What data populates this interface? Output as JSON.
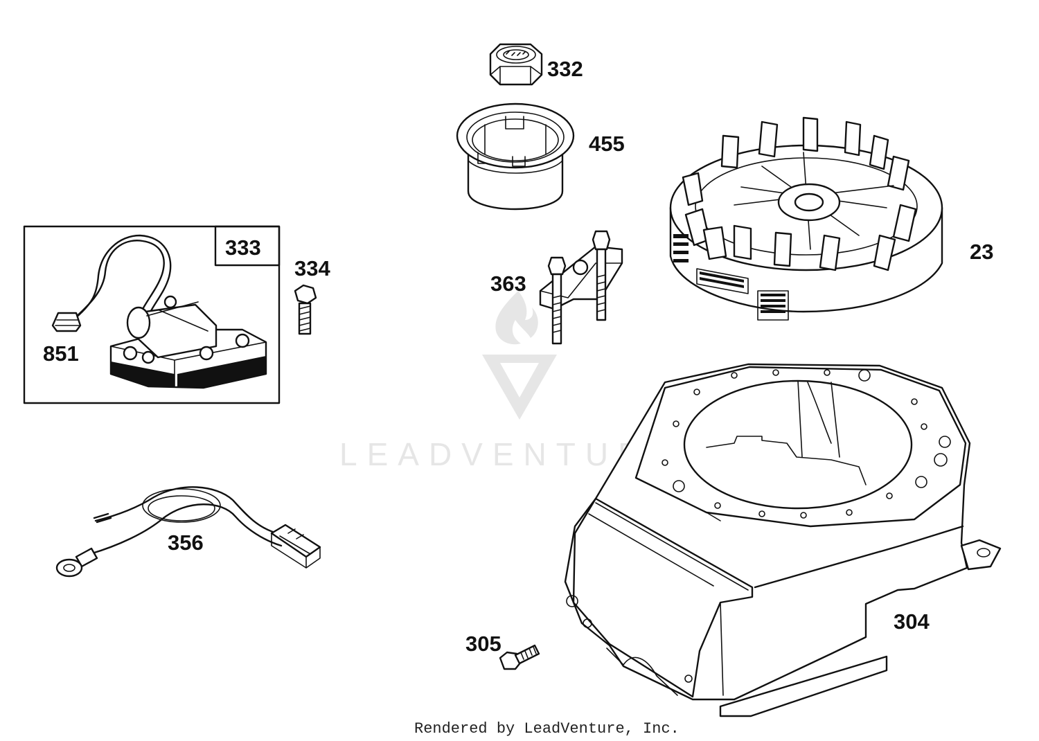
{
  "labels": {
    "p332": "332",
    "p455": "455",
    "p23": "23",
    "p333": "333",
    "p334": "334",
    "p851": "851",
    "p363": "363",
    "p356": "356",
    "p305": "305",
    "p304": "304"
  },
  "watermark": {
    "text": "LEADVENTURE",
    "color": "#e6e6e6"
  },
  "footer": {
    "credit": "Rendered by LeadVenture, Inc."
  },
  "colors": {
    "line": "#111111",
    "background": "#ffffff"
  }
}
